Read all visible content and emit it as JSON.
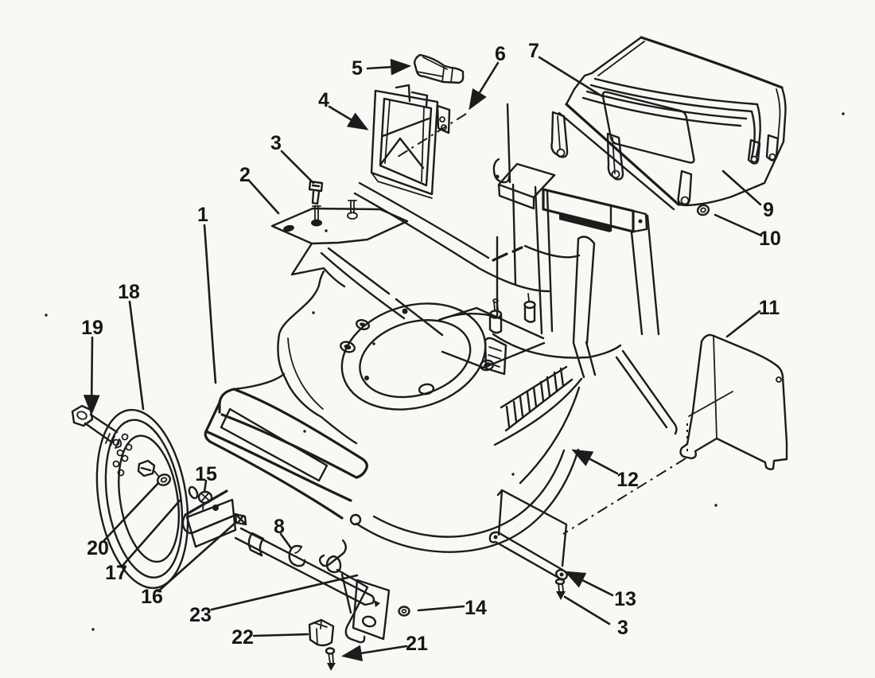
{
  "diagram": {
    "type": "exploded-parts-diagram",
    "paper_color": "#f8f8f5",
    "ink_color": "#1c1c1c",
    "callouts": [
      {
        "label": "1"
      },
      {
        "label": "2"
      },
      {
        "label": "3"
      },
      {
        "label": "3"
      },
      {
        "label": "4"
      },
      {
        "label": "5"
      },
      {
        "label": "6"
      },
      {
        "label": "7"
      },
      {
        "label": "8"
      },
      {
        "label": "9"
      },
      {
        "label": "10"
      },
      {
        "label": "11"
      },
      {
        "label": "12"
      },
      {
        "label": "13"
      },
      {
        "label": "14"
      },
      {
        "label": "15"
      },
      {
        "label": "16"
      },
      {
        "label": "17"
      },
      {
        "label": "18"
      },
      {
        "label": "19"
      },
      {
        "label": "20"
      },
      {
        "label": "21"
      },
      {
        "label": "22"
      },
      {
        "label": "23"
      }
    ]
  }
}
